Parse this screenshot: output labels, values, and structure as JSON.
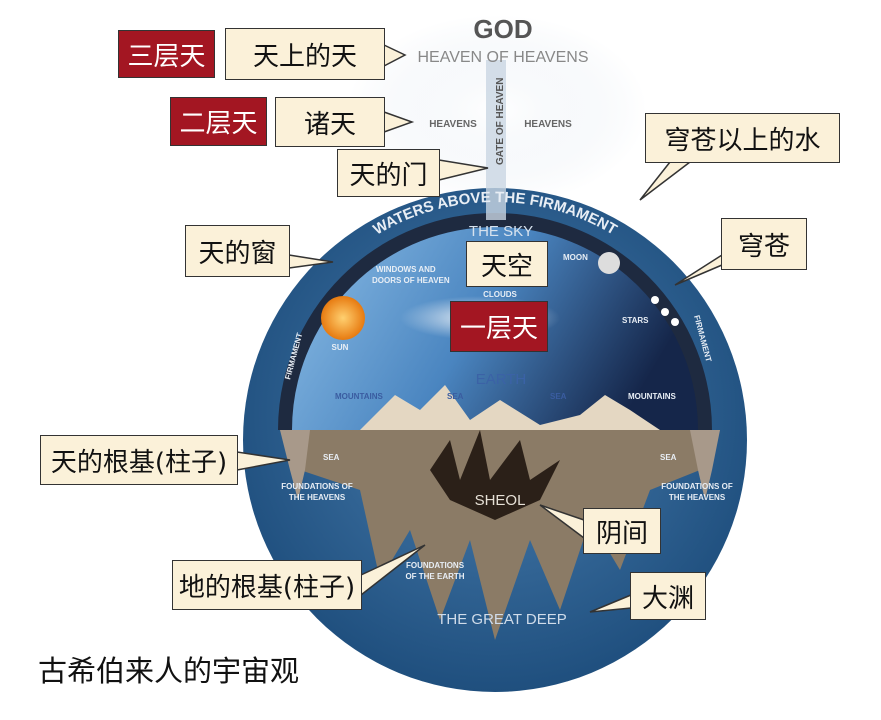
{
  "diagram": {
    "god": "GOD",
    "heaven_of_heavens": "HEAVEN OF HEAVENS",
    "heavens_left": "HEAVENS",
    "heavens_right": "HEAVENS",
    "gate_of_heaven": "GATE OF HEAVEN",
    "waters_above": "WATERS ABOVE THE FIRMAMENT",
    "the_sky": "THE SKY",
    "windows_1": "WINDOWS AND",
    "windows_2": "DOORS OF HEAVEN",
    "moon": "MOON",
    "sun": "SUN",
    "clouds": "CLOUDS",
    "stars": "STARS",
    "firmament_left": "FIRMAMENT",
    "firmament_right": "FIRMAMENT",
    "earth": "EARTH",
    "mountains_left": "MOUNTAINS",
    "mountains_right": "MOUNTAINS",
    "sea_1": "SEA",
    "sea_2": "SEA",
    "sea_left": "SEA",
    "sea_right": "SEA",
    "foundations_heavens_1": "FOUNDATIONS OF",
    "foundations_heavens_2": "THE HEAVENS",
    "sheol": "SHEOL",
    "foundations_earth_1": "FOUNDATIONS",
    "foundations_earth_2": "OF THE EARTH",
    "great_deep": "THE GREAT DEEP"
  },
  "labels": {
    "third_heaven": "三层天",
    "heaven_of_heavens": "天上的天",
    "second_heaven": "二层天",
    "heavens": "诸天",
    "gate": "天的门",
    "waters_above": "穹苍以上的水",
    "windows": "天的窗",
    "firmament": "穹苍",
    "sky": "天空",
    "first_heaven": "一层天",
    "foundations_heavens": "天的根基(柱子)",
    "sheol": "阴间",
    "foundations_earth": "地的根基(柱子)",
    "great_deep": "大渊"
  },
  "caption": "古希伯来人的宇宙观"
}
